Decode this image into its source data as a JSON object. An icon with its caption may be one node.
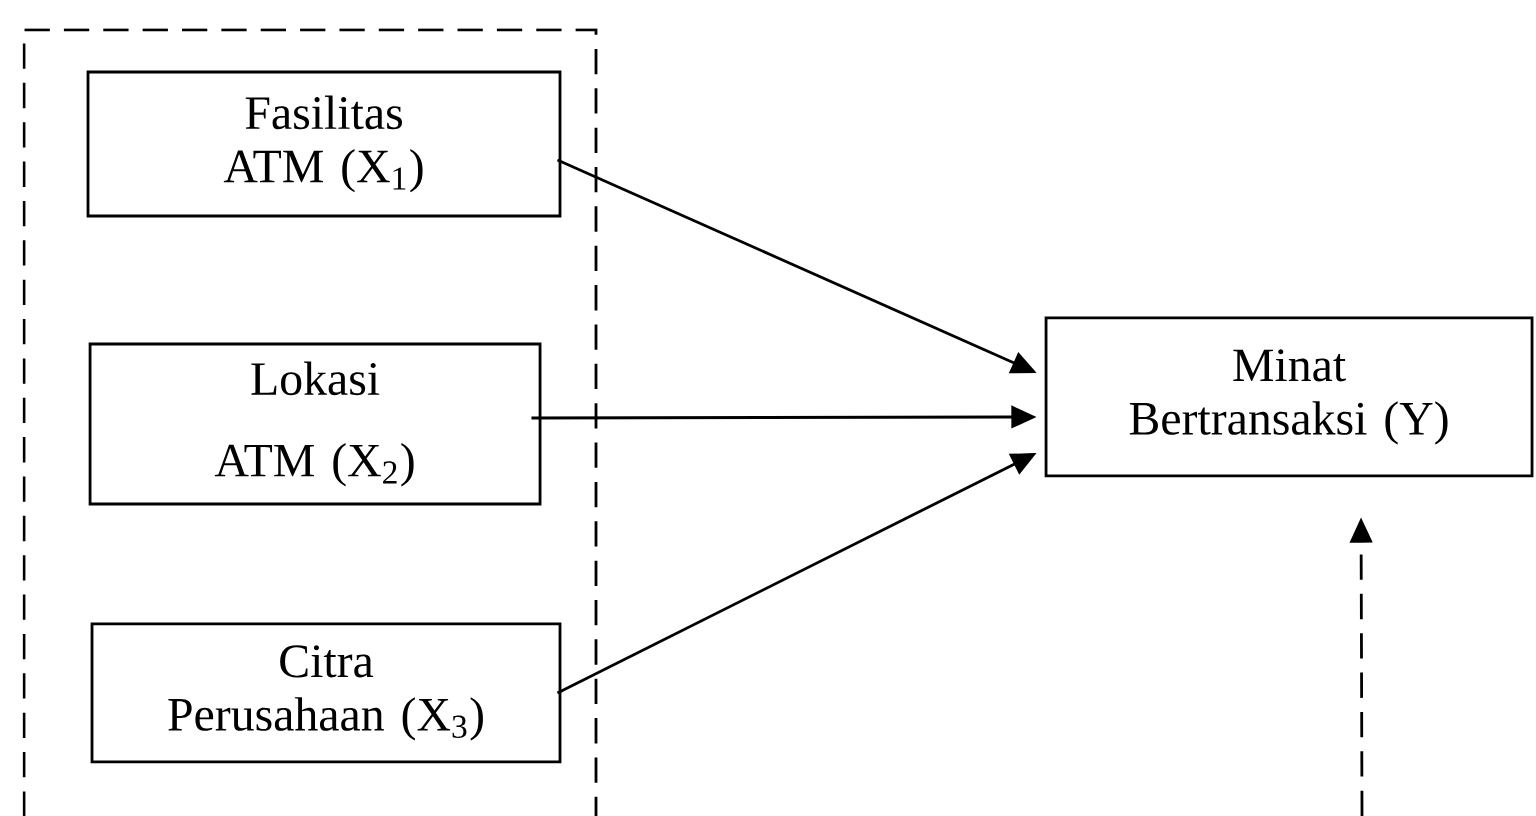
{
  "diagram": {
    "nodes": [
      {
        "text": [],
        "shape": "box"
      },
      {
        "text": [
          "Fasilitas ATM (X$_{1}$)"
        ],
        "in": 0
      },
      {
        "text": [
          "Lokasi ATM (X$_{2}$)"
        ],
        "in": 0
      },
      {
        "text": [
          "Citra Perusahaan (X$_{3}$)"
        ],
        "in": 0
      },
      {
        "text": [
          "Minat Bertransaksi (Y)"
        ]
      }
    ],
    "edges": [
      {
        "from": 1,
        "to": 4,
        "arrow": "to"
      },
      {
        "from": 2,
        "to": 4,
        "arrow": "to"
      },
      {
        "from": 3,
        "to": 4,
        "arrow": "to"
      },
      {
        "from": null,
        "to": 4,
        "arrow": "to",
        "style": "dashed"
      }
    ]
  }
}
